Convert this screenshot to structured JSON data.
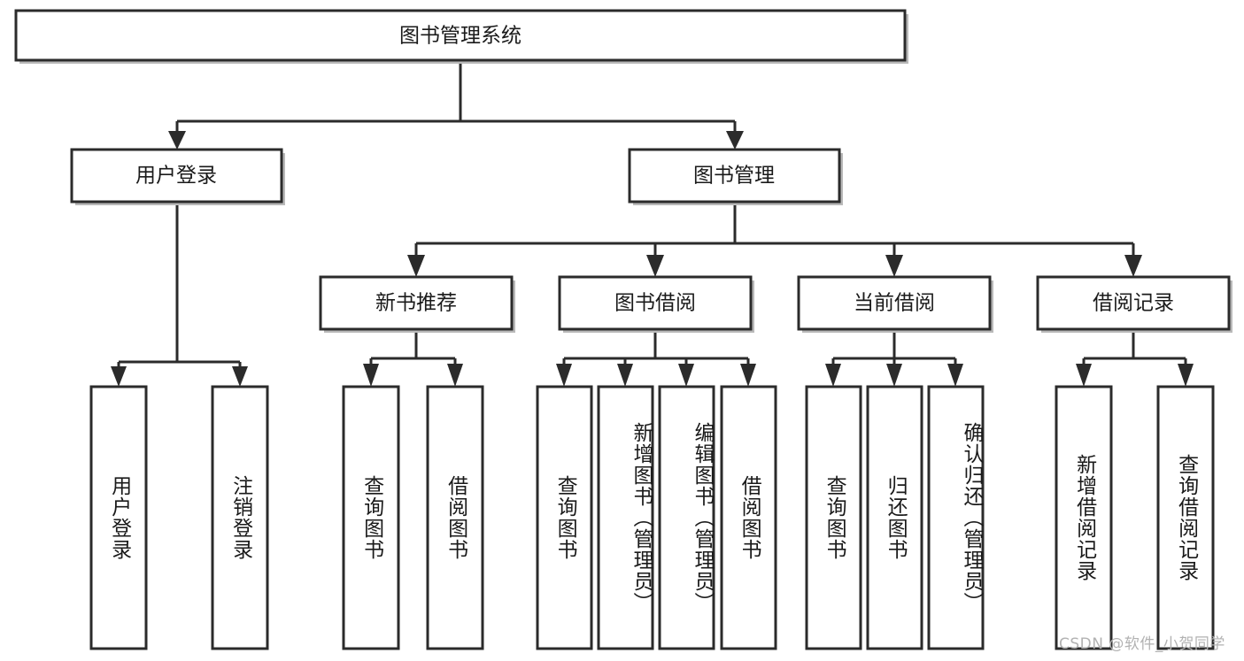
{
  "diagram": {
    "title": "图书管理系统",
    "type": "hierarchy-tree",
    "root": {
      "id": "root",
      "label": "图书管理系统",
      "orientation": "horizontal"
    },
    "level2": [
      {
        "id": "user-login",
        "label": "用户登录",
        "orientation": "horizontal"
      },
      {
        "id": "book-management",
        "label": "图书管理",
        "orientation": "horizontal"
      }
    ],
    "level3": [
      {
        "id": "new-book-recommend",
        "label": "新书推荐",
        "parent": "book-management",
        "orientation": "horizontal"
      },
      {
        "id": "book-borrow",
        "label": "图书借阅",
        "parent": "book-management",
        "orientation": "horizontal"
      },
      {
        "id": "current-borrow",
        "label": "当前借阅",
        "parent": "book-management",
        "orientation": "horizontal"
      },
      {
        "id": "borrow-record",
        "label": "借阅记录",
        "parent": "book-management",
        "orientation": "horizontal"
      }
    ],
    "leaves": [
      {
        "id": "leaf-user-login",
        "label": "用户登录",
        "parent": "user-login",
        "orientation": "vertical"
      },
      {
        "id": "leaf-user-logout",
        "label": "注销登录",
        "parent": "user-login",
        "orientation": "vertical"
      },
      {
        "id": "leaf-query-book-1",
        "label": "查询图书",
        "parent": "new-book-recommend",
        "orientation": "vertical"
      },
      {
        "id": "leaf-borrow-book-1",
        "label": "借阅图书",
        "parent": "new-book-recommend",
        "orientation": "vertical"
      },
      {
        "id": "leaf-query-book-2",
        "label": "查询图书",
        "parent": "book-borrow",
        "orientation": "vertical"
      },
      {
        "id": "leaf-add-book",
        "label": "新增图书（管理员）",
        "parent": "book-borrow",
        "orientation": "vertical"
      },
      {
        "id": "leaf-edit-book",
        "label": "编辑图书（管理员）",
        "parent": "book-borrow",
        "orientation": "vertical"
      },
      {
        "id": "leaf-borrow-book-2",
        "label": "借阅图书",
        "parent": "book-borrow",
        "orientation": "vertical"
      },
      {
        "id": "leaf-query-book-3",
        "label": "查询图书",
        "parent": "current-borrow",
        "orientation": "vertical"
      },
      {
        "id": "leaf-return-book",
        "label": "归还图书",
        "parent": "current-borrow",
        "orientation": "vertical"
      },
      {
        "id": "leaf-confirm-return",
        "label": "确认归还（管理员）",
        "parent": "current-borrow",
        "orientation": "vertical"
      },
      {
        "id": "leaf-add-record",
        "label": "新增借阅记录",
        "parent": "borrow-record",
        "orientation": "vertical"
      },
      {
        "id": "leaf-query-record",
        "label": "查询借阅记录",
        "parent": "borrow-record",
        "orientation": "vertical"
      }
    ],
    "colors": {
      "box_fill": "#ffffff",
      "box_stroke": "#2b2b2b",
      "text": "#1a1a1a",
      "watermark": "#b2b2b2",
      "background": "#ffffff"
    }
  },
  "watermark": {
    "text": "CSDN @软件_小贺同学"
  }
}
